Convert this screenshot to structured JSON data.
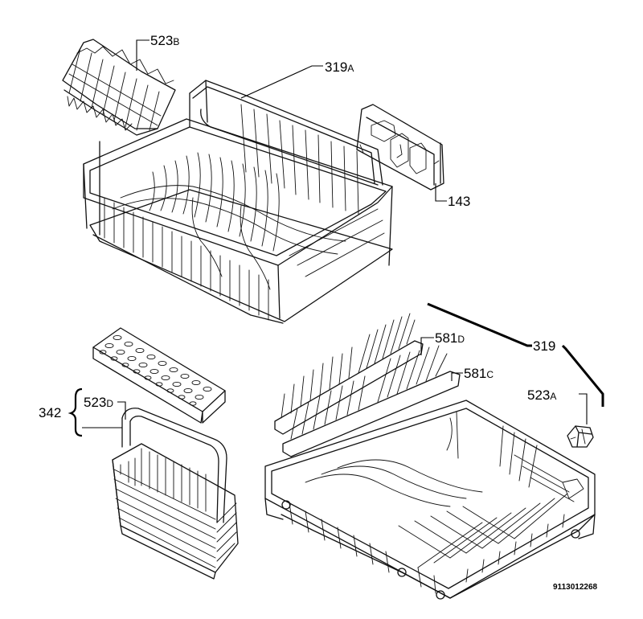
{
  "labels": {
    "l523b": {
      "num": "523",
      "suffix": "B"
    },
    "l319a": {
      "num": "319",
      "suffix": "A"
    },
    "l143": {
      "num": "143",
      "suffix": ""
    },
    "l581d": {
      "num": "581",
      "suffix": "D"
    },
    "l319": {
      "num": "319",
      "suffix": ""
    },
    "l581c": {
      "num": "581",
      "suffix": "C"
    },
    "l523a": {
      "num": "523",
      "suffix": "A"
    },
    "l342": {
      "num": "342",
      "suffix": ""
    },
    "l523d": {
      "num": "523",
      "suffix": "D"
    }
  },
  "drawing_code": "9113012268"
}
